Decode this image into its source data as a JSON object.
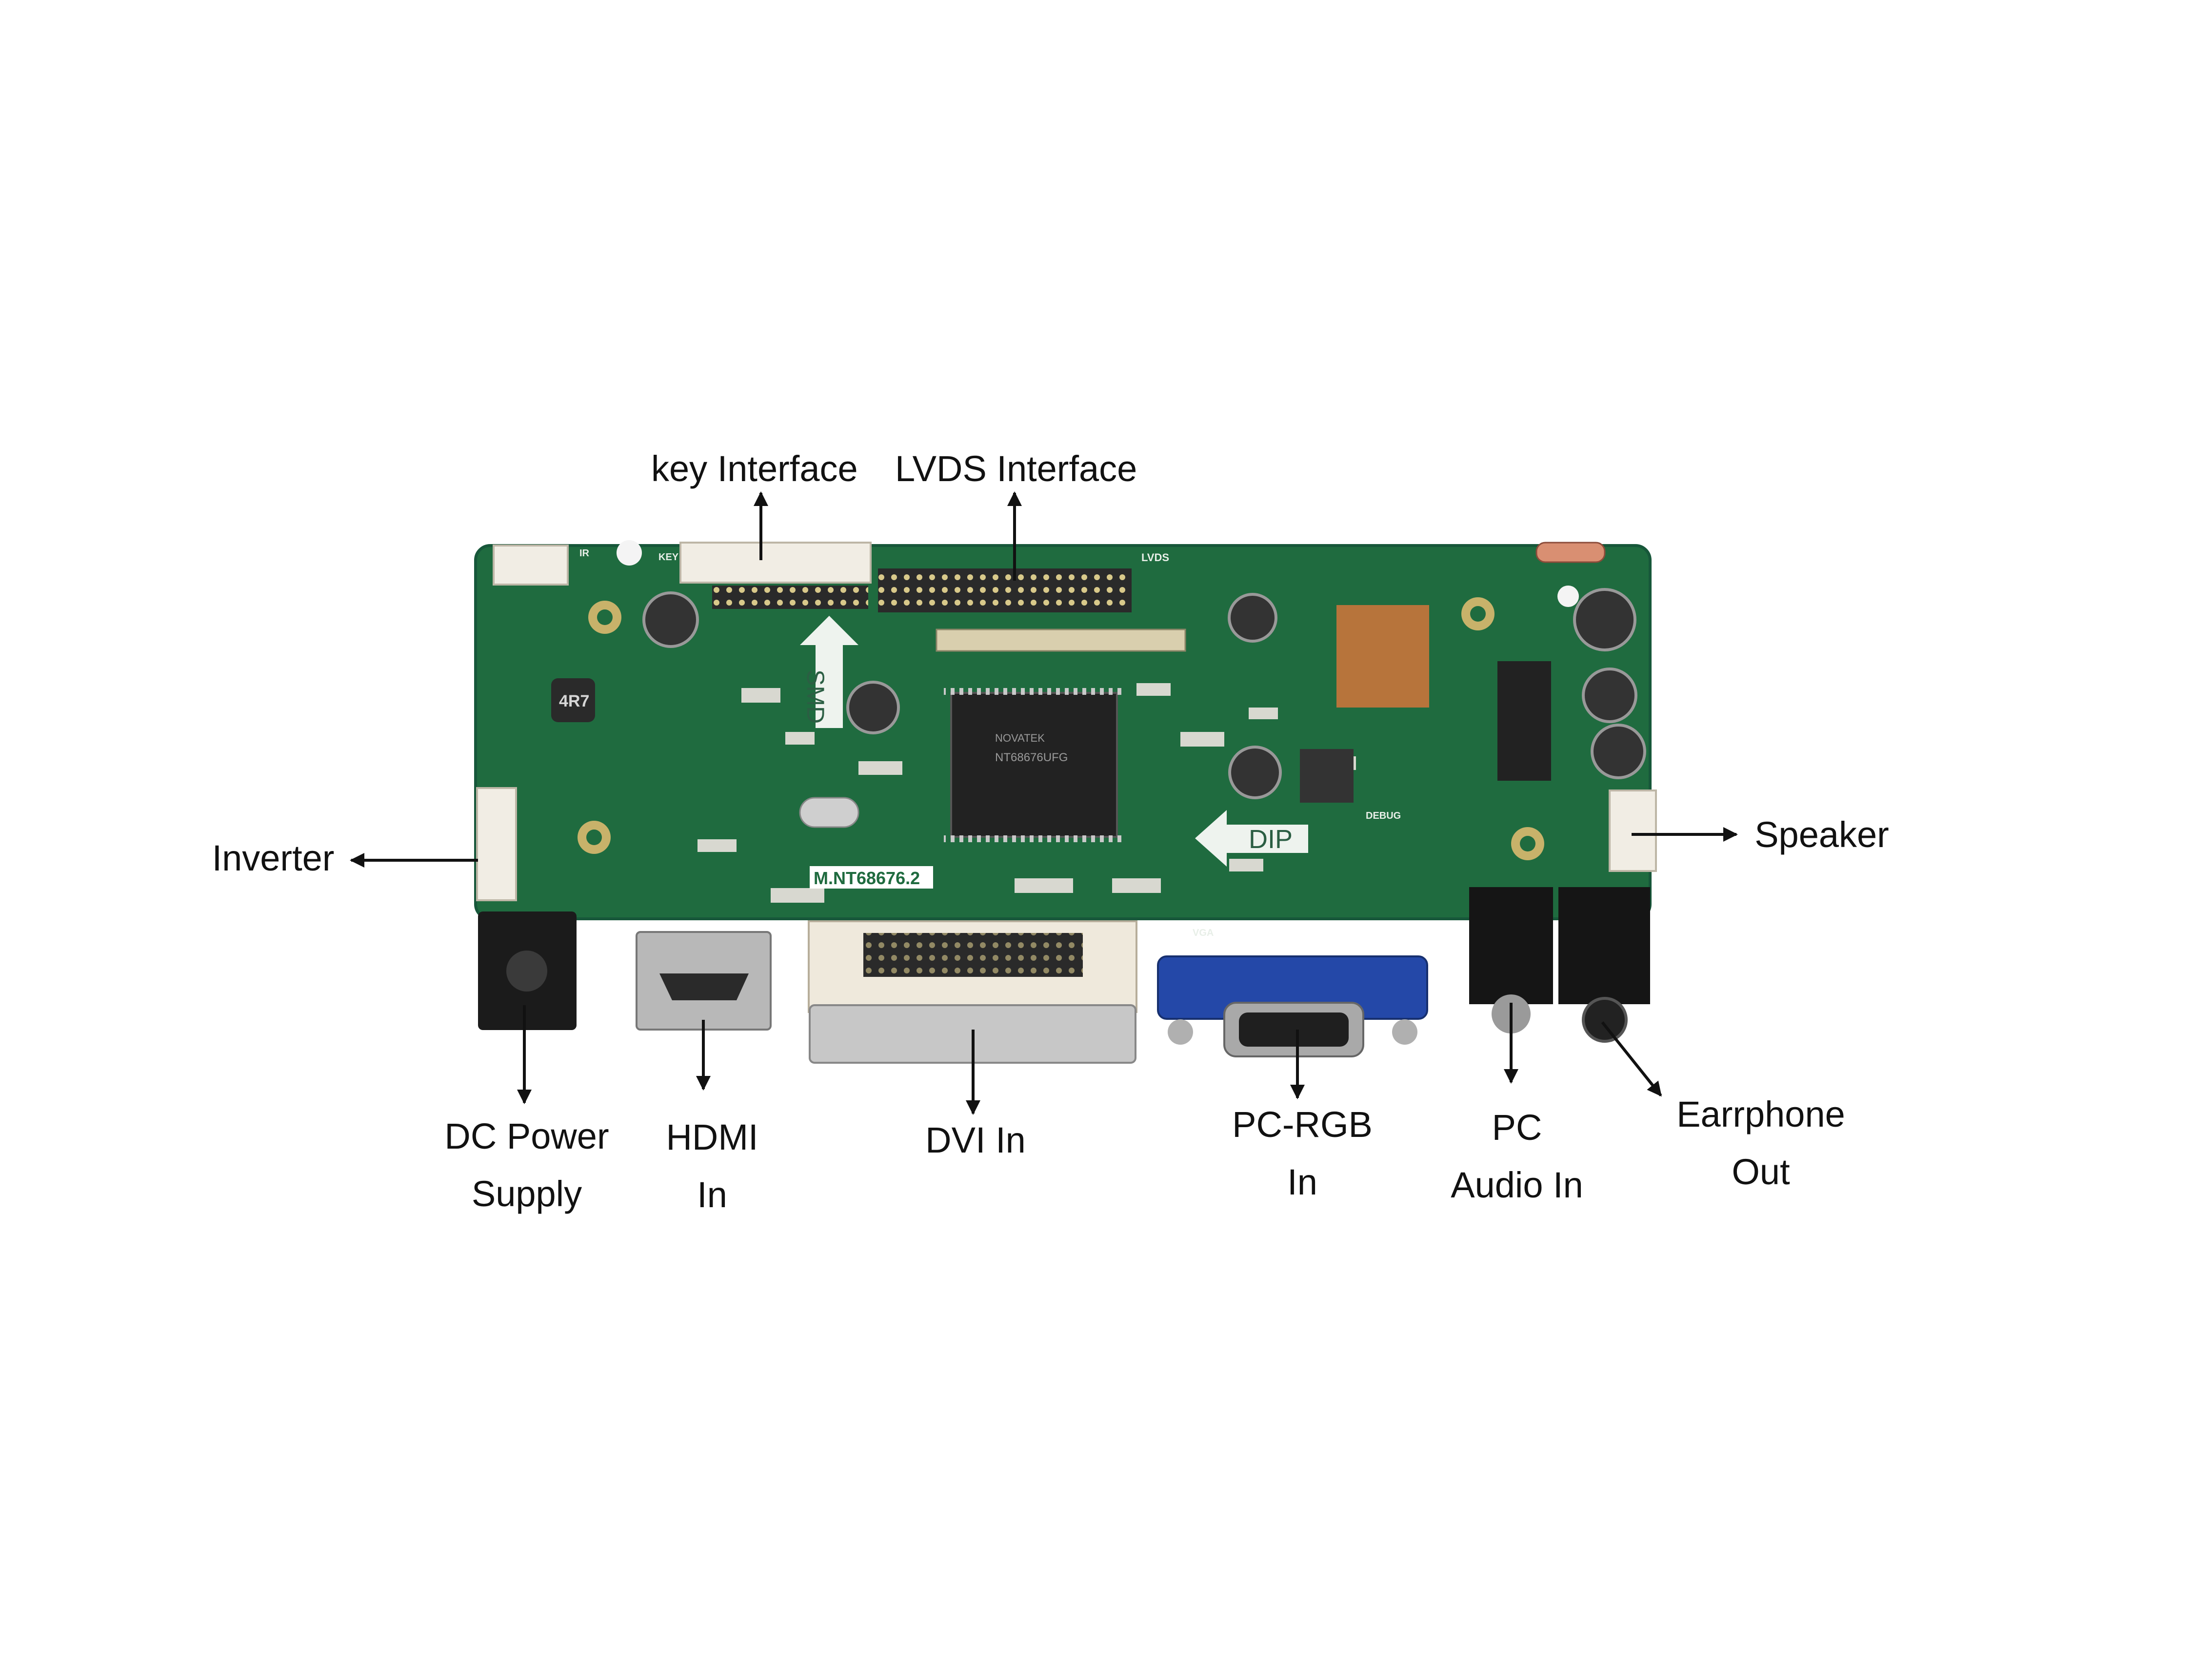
{
  "board": {
    "model": "M.NT68676.2",
    "markings": {
      "smd": "SMD",
      "dip": "DIP",
      "lvds": "LVDS",
      "vga": "VGA",
      "debug": "DEBUG",
      "ir": "IR",
      "key": "KEY",
      "chip_brand": "NOVATEK",
      "chip_part": "NT68676UFG",
      "inductor": "4R7"
    },
    "colors": {
      "pcb": "#1f6b3f",
      "pcb_edge": "#17573a",
      "silkscreen": "#e8efe8",
      "connector_white": "#f1ede4",
      "vga_blue": "#2448a8",
      "chip_black": "#222222",
      "metal": "#b8b8b8"
    }
  },
  "callouts": {
    "key_interface": {
      "lines": [
        "key  Interface"
      ],
      "icon": "arrow-up-icon"
    },
    "lvds_interface": {
      "lines": [
        "LVDS Interface"
      ],
      "icon": "arrow-up-icon"
    },
    "inverter": {
      "lines": [
        "Inverter"
      ],
      "icon": "arrow-left-icon"
    },
    "speaker": {
      "lines": [
        "Speaker"
      ],
      "icon": "arrow-right-icon"
    },
    "dc_power": {
      "lines": [
        "DC Power",
        "Supply"
      ],
      "icon": "arrow-down-icon"
    },
    "hdmi_in": {
      "lines": [
        "HDMI",
        "In"
      ],
      "icon": "arrow-down-icon"
    },
    "dvi_in": {
      "lines": [
        "DVI In"
      ],
      "icon": "arrow-down-icon"
    },
    "pc_rgb_in": {
      "lines": [
        "PC-RGB",
        "In"
      ],
      "icon": "arrow-down-icon"
    },
    "pc_audio_in": {
      "lines": [
        "PC",
        "Audio In"
      ],
      "icon": "arrow-down-icon"
    },
    "earphone_out": {
      "lines": [
        "Earrphone",
        "Out"
      ],
      "icon": "arrow-diagonal-icon"
    }
  }
}
